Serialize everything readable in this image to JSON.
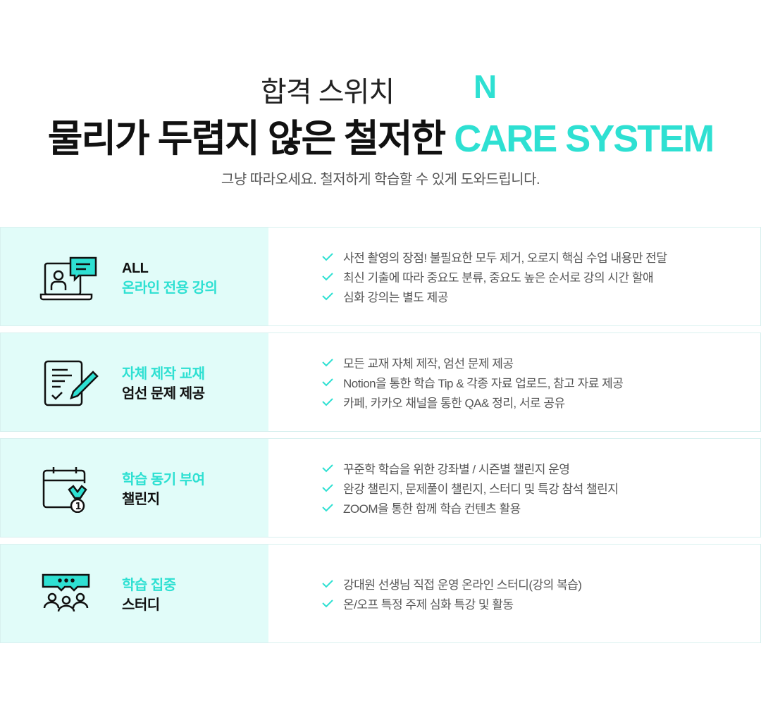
{
  "header": {
    "subtitle": "합격 스위치",
    "badge": "N",
    "title_main": "물리가 두렵지 않은 철저한 ",
    "title_accent": "CARE SYSTEM",
    "description": "그냥 따라오세요. 철저하게 학습할 수 있게 도와드립니다."
  },
  "colors": {
    "accent": "#2ee0d2",
    "panel": "#e1fcf9"
  },
  "cards": [
    {
      "icon": "online-lecture-icon",
      "line1": "ALL",
      "line2": "온라인 전용 강의",
      "items": [
        "사전 촬영의 장점! 불필요한 모두 제거, 오로지 핵심 수업 내용만 전달",
        "최신 기출에 따라 중요도 분류, 중요도 높은 순서로 강의 시간 할애",
        "심화 강의는 별도 제공"
      ]
    },
    {
      "icon": "document-pencil-icon",
      "line1": "자체 제작 교재",
      "line2": "엄선 문제 제공",
      "items": [
        "모든 교재 자체 제작, 엄선 문제 제공",
        "Notion을 통한 학습 Tip & 각종 자료 업로드, 참고 자료 제공",
        "카페, 카카오 채널을 통한 QA& 정리, 서로 공유"
      ]
    },
    {
      "icon": "calendar-medal-icon",
      "line1": "학습 동기 부여",
      "line2": "챌린지",
      "items": [
        "꾸준학 학습을 위한 강좌별 / 시즌별 챌린지 운영",
        "완강 챌린지, 문제풀이 챌린지, 스터디 및 특강 참석 챌린지",
        "ZOOM을 통한 함께 학습 컨텐츠 활용"
      ]
    },
    {
      "icon": "group-chat-icon",
      "line1": "학습 집중",
      "line2": "스터디",
      "items": [
        "강대원 선생님 직접 운영 온라인 스터디(강의 복습)",
        "온/오프 특정 주제 심화 특강 및 활동"
      ]
    }
  ]
}
